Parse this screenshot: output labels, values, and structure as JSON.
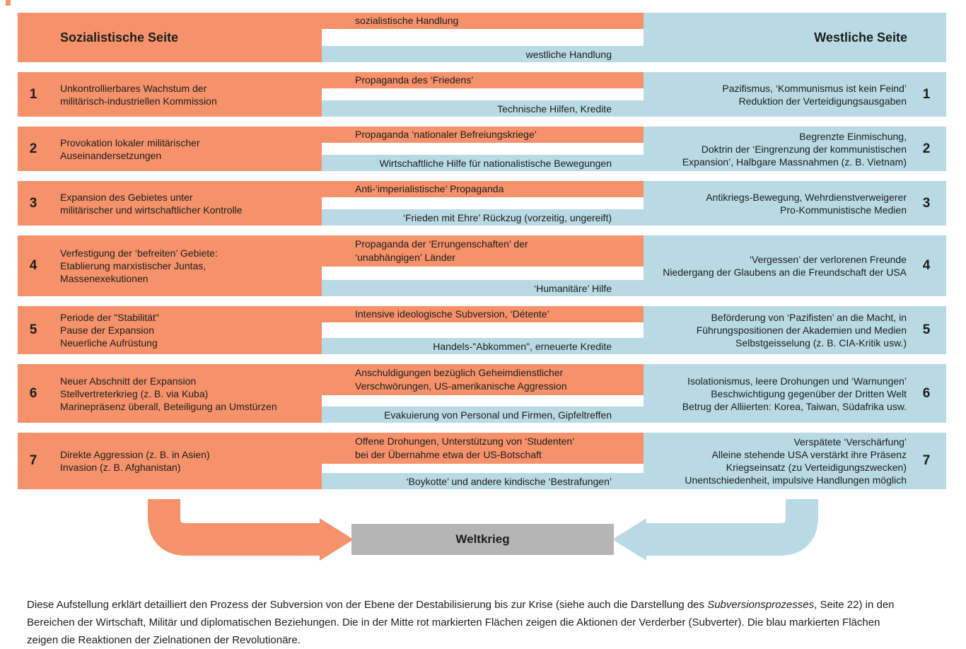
{
  "colors": {
    "orange": "#f6926b",
    "blue": "#b9dae4",
    "gray": "#b5b5b5"
  },
  "header": {
    "left_title": "Sozialistische Seite",
    "middle_top": "sozialistische Handlung",
    "middle_bottom": "westliche Handlung",
    "right_title": "Westliche Seite"
  },
  "rows": [
    {
      "num": "1",
      "left": [
        "Unkontrollierbares Wachstum der",
        "militärisch-industriellen Kommission"
      ],
      "mid_top": [
        "Propaganda des ‘Friedens’"
      ],
      "mid_bottom": "Technische Hilfen, Kredite",
      "right": [
        "Pazifismus, ‘Kommunismus ist kein Feind’",
        "Reduktion der Verteidigungsausgaben"
      ]
    },
    {
      "num": "2",
      "left": [
        "Provokation lokaler militärischer",
        "Auseinandersetzungen"
      ],
      "mid_top": [
        "Propaganda ‘nationaler Befreiungskriege’"
      ],
      "mid_bottom": "Wirtschaftliche Hilfe für nationalistische Bewegungen",
      "right": [
        "Begrenzte Einmischung,",
        "Doktrin der ‘Eingrenzung der kommunistischen",
        "Expansion’, Halbgare Massnahmen (z. B. Vietnam)"
      ]
    },
    {
      "num": "3",
      "left": [
        "Expansion des Gebietes unter",
        "militärischer und wirtschaftlicher Kontrolle"
      ],
      "mid_top": [
        "Anti-‘imperialistische’ Propaganda"
      ],
      "mid_bottom": "‘Frieden mit Ehre’ Rückzug (vorzeitig, ungereift)",
      "right": [
        "Antikriegs-Bewegung, Wehrdienstverweigerer",
        "Pro-Kommunistische Medien"
      ]
    },
    {
      "num": "4",
      "left": [
        "Verfestigung der ‘befreiten’ Gebiete:",
        "Etablierung marxistischer Juntas,",
        "Massenexekutionen"
      ],
      "mid_top": [
        "Propaganda der ‘Errungenschaften’ der",
        "‘unabhängigen’ Länder"
      ],
      "mid_bottom": "‘Humanitäre’ Hilfe",
      "right": [
        "‘Vergessen’ der verlorenen Freunde",
        "Niedergang der Glaubens an die Freundschaft der USA"
      ]
    },
    {
      "num": "5",
      "left": [
        "Periode der \"Stabilität\"",
        "Pause der Expansion",
        "Neuerliche Aufrüstung"
      ],
      "mid_top": [
        "Intensive ideologische Subversion, ‘Détente’"
      ],
      "mid_bottom": "Handels-\"Abkommen\", erneuerte Kredite",
      "right": [
        "Beförderung von ‘Pazifisten’ an die Macht, in",
        "Führungspositionen der Akademien und Medien",
        "Selbstgeisselung (z. B. CIA-Kritik usw.)"
      ]
    },
    {
      "num": "6",
      "left": [
        "Neuer Abschnitt der Expansion",
        "Stellvertreterkrieg (z. B. via Kuba)",
        "Marinepräsenz überall, Beteiligung an Umstürzen"
      ],
      "mid_top": [
        "Anschuldigungen bezüglich Geheimdienstlicher",
        "Verschwörungen, US-amerikanische Aggression"
      ],
      "mid_bottom": "Evakuierung von Personal und Firmen, Gipfeltreffen",
      "right": [
        "Isolationismus, leere Drohungen und ‘Warnungen’",
        "Beschwichtigung gegenüber der Dritten Welt",
        "Betrug der Alliierten: Korea, Taiwan, Südafrika usw."
      ]
    },
    {
      "num": "7",
      "left": [
        "Direkte Aggression (z. B. in Asien)",
        "Invasion (z. B. Afghanistan)"
      ],
      "mid_top": [
        "Offene Drohungen, Unterstützung von ‘Studenten’",
        "bei der Übernahme etwa der US-Botschaft"
      ],
      "mid_bottom": "‘Boykotte’ und andere kindische ‘Bestrafungen’",
      "right": [
        "Verspätete ‘Verschärfung’",
        "Alleine stehende USA verstärkt ihre Präsenz",
        "Kriegseinsatz (zu Verteidigungszwecken)",
        "Unentschiedenheit, impulsive Handlungen möglich"
      ]
    }
  ],
  "weltkrieg_label": "Weltkrieg",
  "footer": {
    "line1_pre": "Diese Aufstellung erklärt detailliert den Prozess der Subversion von der Ebene der Destabilisierung bis zur Krise (siehe auch die Darstellung des ",
    "line1_italic": "Subversionsprozesses",
    "line1_post": ", Seite 22) in den",
    "line2": "Bereichen der Wirtschaft, Militär und diplomatischen Beziehungen. Die in der Mitte rot markierten Flächen zeigen die Aktionen der Verderber (Subverter). Die blau markierten Flächen",
    "line3": "zeigen die Reaktionen der Zielnationen der Revolutionäre."
  }
}
